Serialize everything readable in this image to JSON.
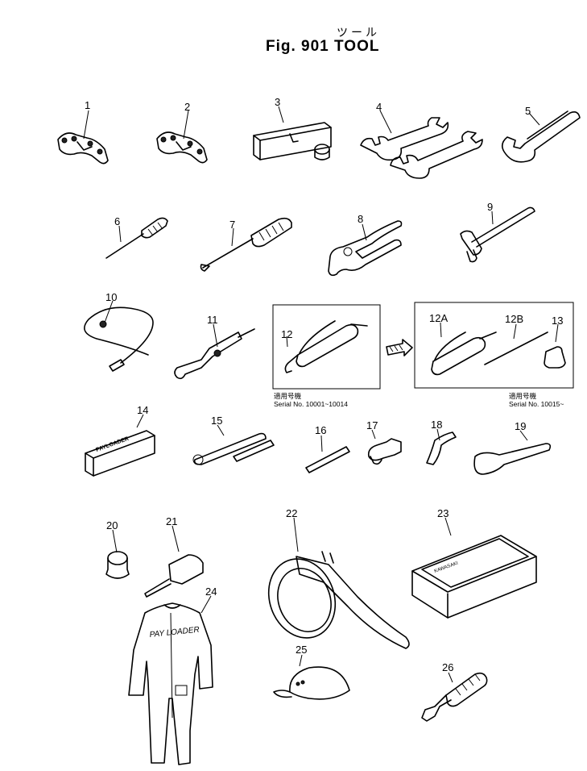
{
  "title_jp": "ツール",
  "title": "Fig. 901 TOOL",
  "callouts": [
    "1",
    "2",
    "3",
    "4",
    "5",
    "6",
    "7",
    "8",
    "9",
    "10",
    "11",
    "12",
    "12A",
    "12B",
    "13",
    "14",
    "15",
    "16",
    "17",
    "18",
    "19",
    "20",
    "21",
    "22",
    "23",
    "24",
    "25",
    "26"
  ],
  "serial_left": {
    "jp": "適用号機",
    "text": "Serial No. 10001~10014"
  },
  "serial_right": {
    "jp": "適用号機",
    "text": "Serial No. 10015~"
  },
  "box_14_text": "PAYLOADER",
  "coverall_text": "PAY LOADER",
  "box_23_text": "KAWASAKI"
}
